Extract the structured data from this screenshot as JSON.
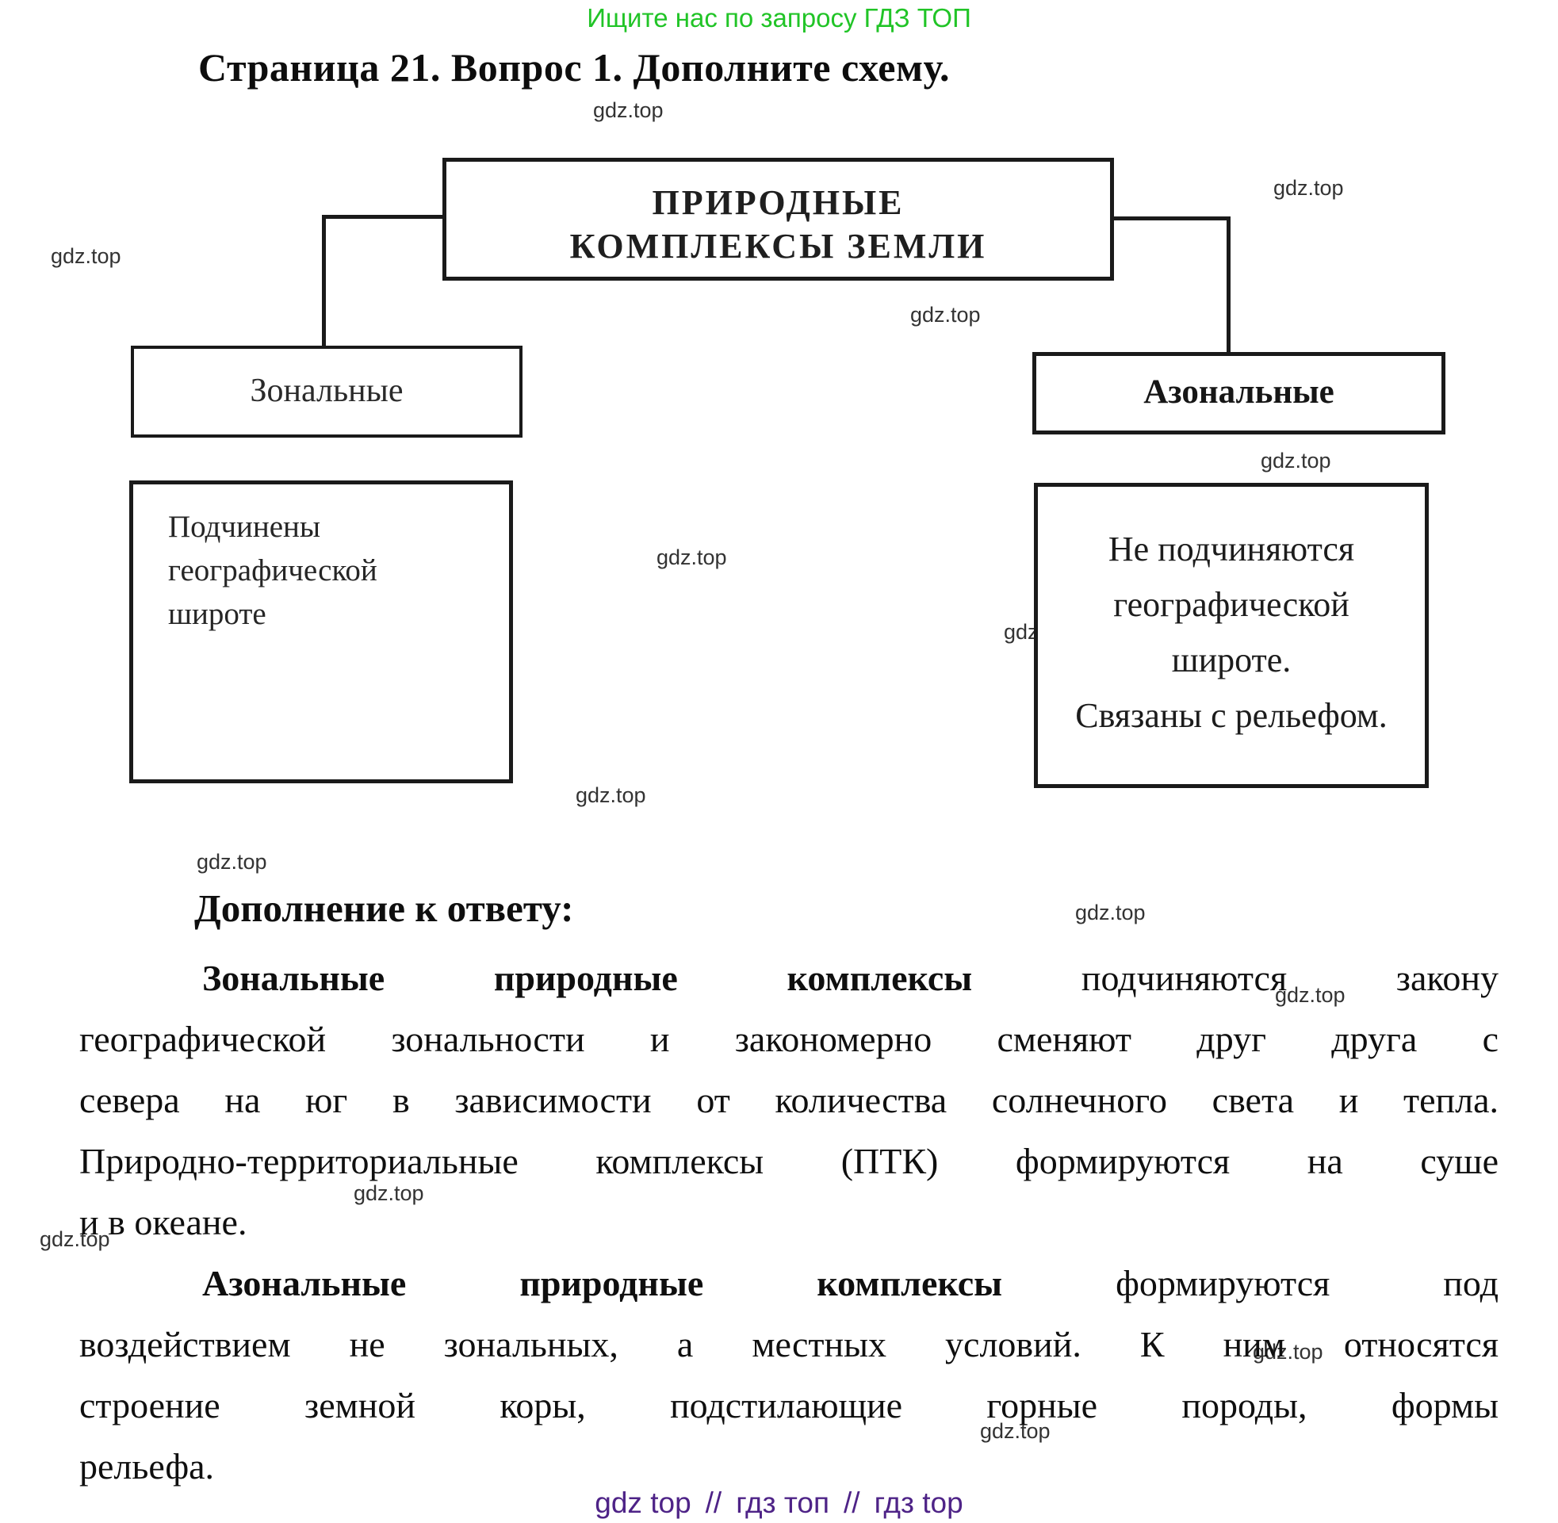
{
  "page": {
    "promo_banner": "Ищите нас по запросу ГДЗ ТОП",
    "title": "Страница 21. Вопрос 1. Дополните схему.",
    "watermark": "gdz.top"
  },
  "diagram": {
    "root_line1": "ПРИРОДНЫЕ",
    "root_line2": "КОМПЛЕКСЫ ЗЕМЛИ",
    "zonal_label": "Зональные",
    "azonal_label": "Азональные",
    "zonal_desc_l1": "Подчинены",
    "zonal_desc_l2": "географической",
    "zonal_desc_l3": "широте",
    "azonal_desc_l1": "Не подчиняются",
    "azonal_desc_l2": "географической",
    "azonal_desc_l3": "широте.",
    "azonal_desc_l4": "Связаны с рельефом."
  },
  "answer": {
    "heading": "Дополнение к ответу:",
    "p1": {
      "l0_bold": "Зональные природные комплексы",
      "l0_rest": " подчиняются закону",
      "l1": "географической зональности и закономерно сменяют друг друга с",
      "l2": "севера на юг в зависимости от количества солнечного света и тепла.",
      "l3": "Природно-территориальные комплексы (ПТК) формируются на суше",
      "l4": "и в океане."
    },
    "p2": {
      "l0_bold": "Азональные природные комплексы",
      "l0_rest": " формируются под",
      "l1": "воздействием не зональных, а местных условий. К ним относятся",
      "l2": "строение земной коры, подстилающие горные породы, формы",
      "l3": "рельефа."
    }
  },
  "footer": {
    "link1": "gdz top",
    "sep1": "//",
    "link2": "гдз топ",
    "sep2": "//",
    "link3": "гдз top"
  },
  "colors": {
    "banner_green": "#21c427",
    "footer_purple": "#4e2387",
    "scan_ink": "#1f1f1f",
    "watermark_gray": "#333333"
  }
}
